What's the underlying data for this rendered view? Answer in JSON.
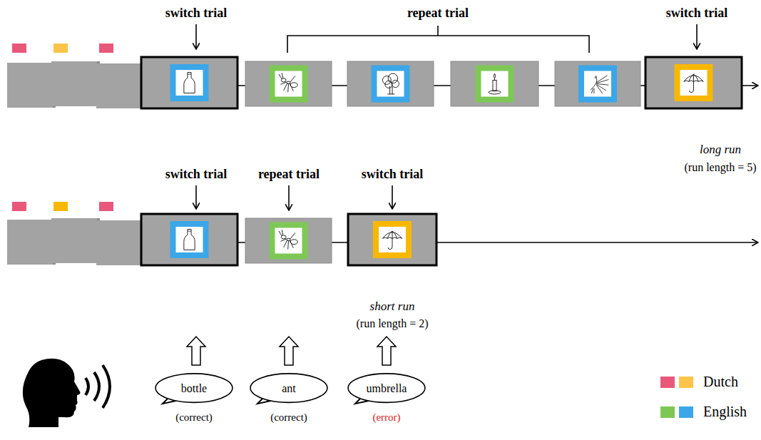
{
  "diagram": {
    "nodes": [
      {
        "text": [
          "bottle",
          "(correct)"
        ]
      },
      {
        "text": [
          "ant",
          "(correct)"
        ]
      },
      {
        "text": [
          "umbrella",
          "(error)"
        ]
      }
    ],
    "labels": [
      "switch trial",
      "repeat trial",
      "switch trial",
      "long run",
      "(run length = 5)",
      "switch trial",
      "repeat trial",
      "switch trial",
      "short run",
      "(run length = 2)"
    ],
    "legend": [
      {
        "text": "Dutch",
        "color": "#e8587a"
      },
      {
        "text": "English",
        "color": "#7dc855"
      }
    ]
  }
}
